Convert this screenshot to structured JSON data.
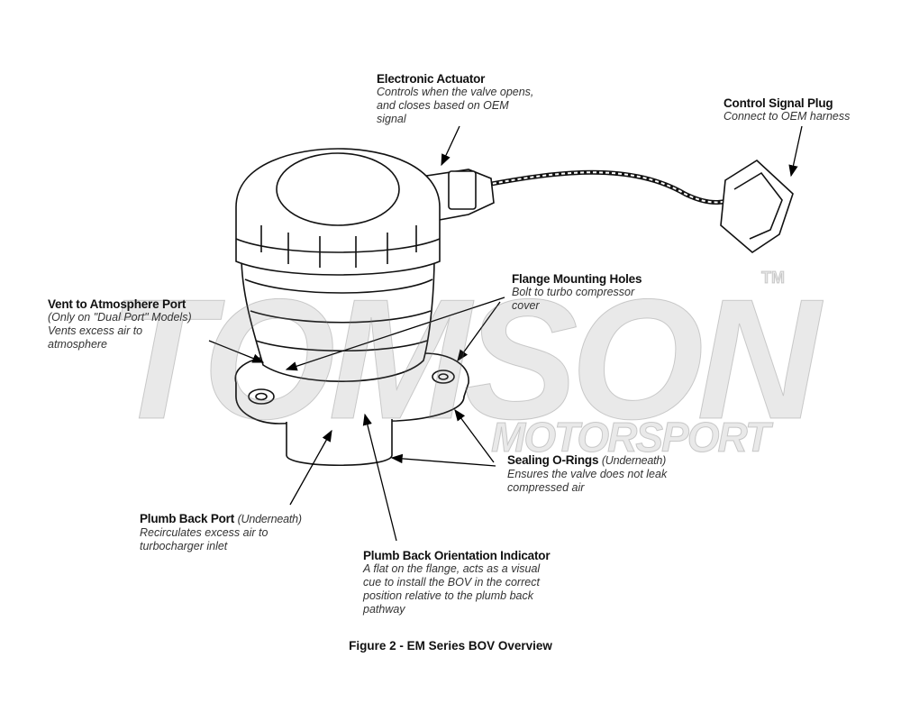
{
  "watermark": {
    "brand": "TOMSON",
    "tm": "TM",
    "sub": "MOTORSPORT"
  },
  "labels": {
    "actuator": {
      "title": "Electronic Actuator",
      "desc": [
        "Controls when the valve opens,",
        "and closes based on OEM",
        "signal"
      ]
    },
    "plug": {
      "title": "Control Signal Plug",
      "desc": [
        "Connect to OEM harness"
      ]
    },
    "flange": {
      "title": "Flange Mounting Holes",
      "desc": [
        "Bolt to turbo compressor",
        "cover"
      ]
    },
    "vent": {
      "title": "Vent to Atmosphere Port",
      "desc": [
        "(Only on \"Dual Port\" Models)",
        "Vents excess air to",
        "atmosphere"
      ]
    },
    "orings": {
      "title": "Sealing O-Rings",
      "note": "(Underneath)",
      "desc": [
        "Ensures the valve does not leak",
        "compressed air"
      ]
    },
    "plumb": {
      "title": "Plumb Back Port",
      "note": "(Underneath)",
      "desc": [
        "Recirculates excess air to",
        "turbocharger inlet"
      ]
    },
    "orient": {
      "title": "Plumb Back Orientation Indicator",
      "desc": [
        "A flat on the flange, acts as a visual",
        "cue to install the BOV in the correct",
        "position relative to the plumb back",
        "pathway"
      ]
    }
  },
  "caption": "Figure 2 - EM Series BOV Overview"
}
